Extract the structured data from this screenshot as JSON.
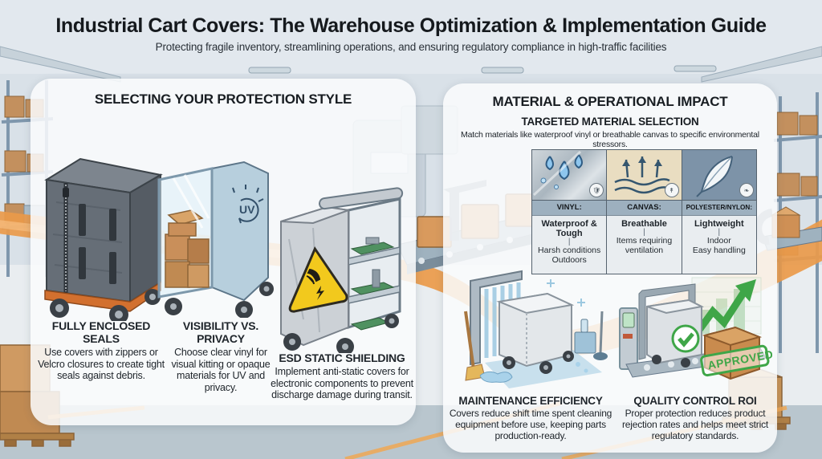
{
  "header": {
    "title": "Industrial Cart Covers: The Warehouse Optimization & Implementation Guide",
    "subtitle": "Protecting fragile inventory, streamlining operations, and ensuring regulatory compliance in high-traffic facilities"
  },
  "left_panel": {
    "heading": "SELECTING YOUR PROTECTION STYLE",
    "items": [
      {
        "title": "FULLY ENCLOSED SEALS",
        "description": "Use covers with zippers or Velcro closures to create tight seals against debris."
      },
      {
        "title": "VISIBILITY VS. PRIVACY",
        "description": "Choose clear vinyl for visual kitting or opaque materials for UV and privacy."
      },
      {
        "title": "ESD STATIC SHIELDING",
        "description": "Implement anti-static covers for electronic components to prevent discharge damage during transit."
      }
    ],
    "uv_label": "UV"
  },
  "right_panel": {
    "heading": "MATERIAL & OPERATIONAL IMPACT",
    "subheading": "TARGETED MATERIAL SELECTION",
    "subheading_description": "Match materials like waterproof vinyl or breathable canvas to specific environmental stressors.",
    "materials": [
      {
        "name": "VINYL:",
        "property": "Waterproof & Tough",
        "use_case": "Harsh conditions\nOutdoors",
        "icon": "water-droplets-icon"
      },
      {
        "name": "CANVAS:",
        "property": "Breathable",
        "use_case": "Items requiring\nventilation",
        "icon": "airflow-arrows-icon"
      },
      {
        "name": "POLYESTER/NYLON:",
        "property": "Lightweight",
        "use_case": "Indoor\nEasy handling",
        "icon": "feather-icon"
      }
    ],
    "benefits": [
      {
        "title": "MAINTENANCE EFFICIENCY",
        "description": "Covers reduce shift time spent cleaning equipment before use, keeping parts production-ready."
      },
      {
        "title": "QUALITY CONTROL ROI",
        "description": "Proper protection reduces product rejection rates and helps meet strict regulatory standards."
      }
    ],
    "approved_stamp": "APPROVED"
  },
  "colors": {
    "accent_orange": "#E8953C",
    "panel_bg": "#FAFCFD",
    "approved_green": "#3FA648",
    "esd_yellow": "#F2C91D",
    "table_header_bg": "#9DB0BF",
    "title_text": "#15191D"
  }
}
